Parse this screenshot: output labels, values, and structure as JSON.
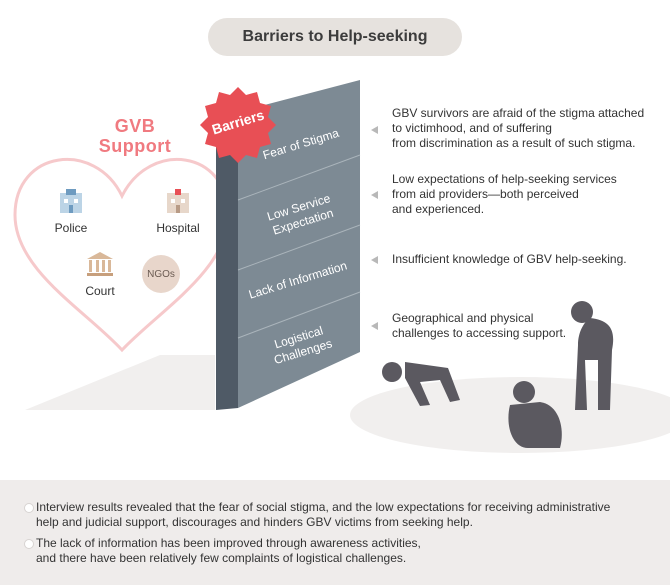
{
  "title": "Barriers to Help-seeking",
  "support": {
    "title_line1": "GVB",
    "title_line2": "Support",
    "facilities": [
      {
        "label": "Police"
      },
      {
        "label": "Hospital"
      },
      {
        "label": "Court"
      },
      {
        "label": "NGOs"
      }
    ]
  },
  "badge": "Barriers",
  "barriers": [
    {
      "label": [
        "Fear of Stigma"
      ],
      "description": [
        "GBV survivors are afraid of the stigma attached",
        "to victimhood, and of suffering",
        "from discrimination as a result of such stigma."
      ]
    },
    {
      "label": [
        "Low Service",
        "Expectation"
      ],
      "description": [
        "Low expectations of help-seeking services",
        "from aid providers—both perceived",
        "and experienced."
      ]
    },
    {
      "label": [
        "Lack of Information"
      ],
      "description": [
        "Insufficient knowledge of GBV help-seeking."
      ]
    },
    {
      "label": [
        "Logistical",
        "Challenges"
      ],
      "description": [
        "Geographical and physical",
        "challenges to accessing support."
      ]
    }
  ],
  "notes": [
    [
      "Interview results revealed that the fear of social stigma, and the low expectations for receiving administrative",
      "help and judicial support, discourages and hinders GBV victims from seeking help."
    ],
    [
      "The lack of information has been improved through awareness activities,",
      "and there have been relatively few complaints of logistical challenges."
    ]
  ],
  "colors": {
    "heart": "#f6c9cb",
    "support_title": "#f07a80",
    "badge": "#e84f55",
    "wall_front": "#7d8a94",
    "wall_side": "#4f5a66",
    "figures": "#5b5960",
    "floor": "#f1efee"
  }
}
